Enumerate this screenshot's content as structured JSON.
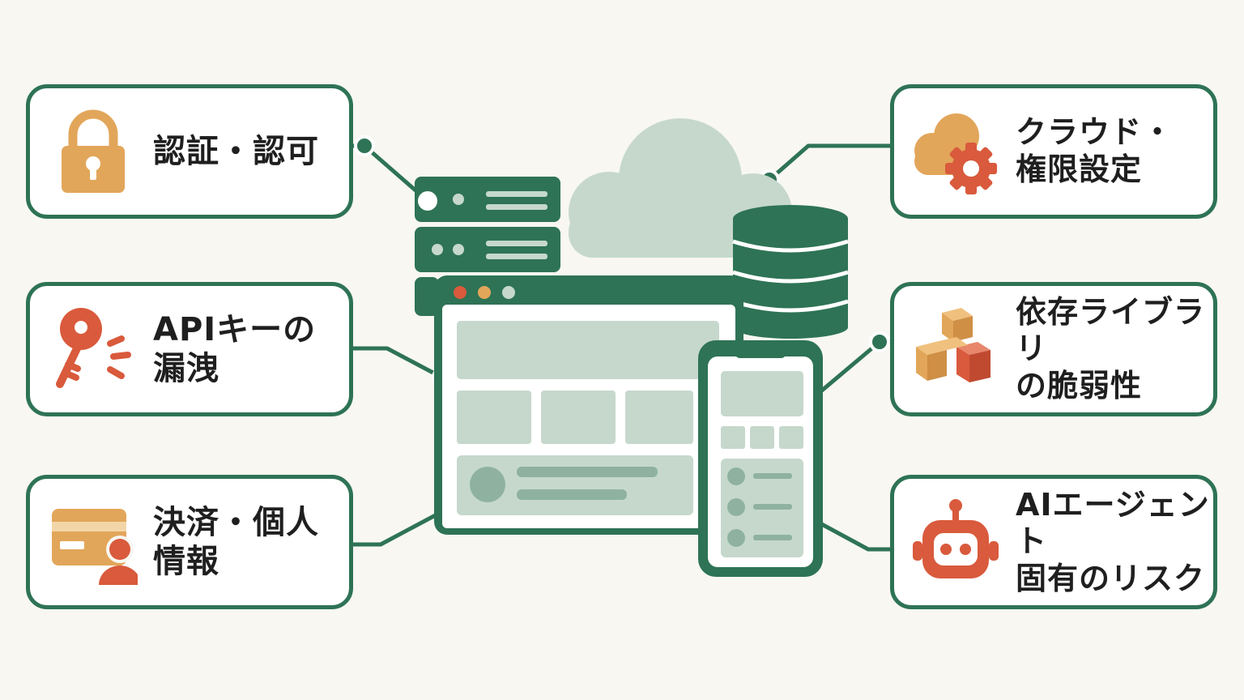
{
  "colors": {
    "background": "#f8f7f1",
    "green": "#2e7355",
    "light_green": "#c6d8cc",
    "orange": "#e2a65a",
    "red": "#d95a3c"
  },
  "cards": {
    "auth": {
      "label": "認証・認可",
      "icon": "lock-icon"
    },
    "api": {
      "label": "APIキーの漏洩",
      "icon": "key-icon"
    },
    "pay": {
      "label": "決済・個人情報",
      "icon": "credit-card-user-icon"
    },
    "cloud": {
      "label_line1": "クラウド・",
      "label_line2": "権限設定",
      "icon": "cloud-gear-icon"
    },
    "deps": {
      "label_line1": "依存ライブラリ",
      "label_line2": "の脆弱性",
      "icon": "boxes-icon"
    },
    "ai": {
      "label_line1": "AIエージェント",
      "label_line2": "固有のリスク",
      "icon": "robot-icon"
    }
  },
  "center": {
    "icons": [
      "server-rack-icon",
      "cloud-icon",
      "database-icon",
      "browser-window-icon",
      "smartphone-icon"
    ]
  }
}
